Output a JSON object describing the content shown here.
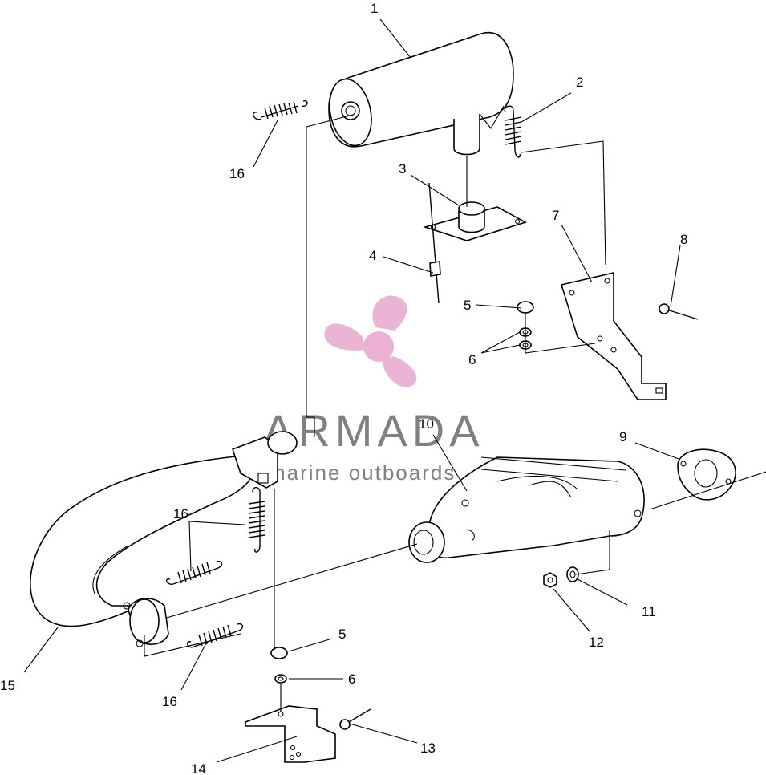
{
  "diagram": {
    "callouts": [
      {
        "id": "c1",
        "label": "1"
      },
      {
        "id": "c2",
        "label": "2"
      },
      {
        "id": "c3",
        "label": "3"
      },
      {
        "id": "c4",
        "label": "4"
      },
      {
        "id": "c5a",
        "label": "5"
      },
      {
        "id": "c6a",
        "label": "6"
      },
      {
        "id": "c7",
        "label": "7"
      },
      {
        "id": "c8",
        "label": "8"
      },
      {
        "id": "c9",
        "label": "9"
      },
      {
        "id": "c10",
        "label": "10"
      },
      {
        "id": "c11",
        "label": "11"
      },
      {
        "id": "c12",
        "label": "12"
      },
      {
        "id": "c13",
        "label": "13"
      },
      {
        "id": "c14",
        "label": "14"
      },
      {
        "id": "c15",
        "label": "15"
      },
      {
        "id": "c16a",
        "label": "16"
      },
      {
        "id": "c16b",
        "label": "16"
      },
      {
        "id": "c16c",
        "label": "16"
      },
      {
        "id": "c5b",
        "label": "5"
      },
      {
        "id": "c6b",
        "label": "6"
      }
    ]
  },
  "watermark": {
    "brand": "ARMADA",
    "tagline": "marine outboards",
    "colors": {
      "petal": "#e7a9cd",
      "hub": "#e8a3cc",
      "text": "#6a6a6a"
    }
  }
}
